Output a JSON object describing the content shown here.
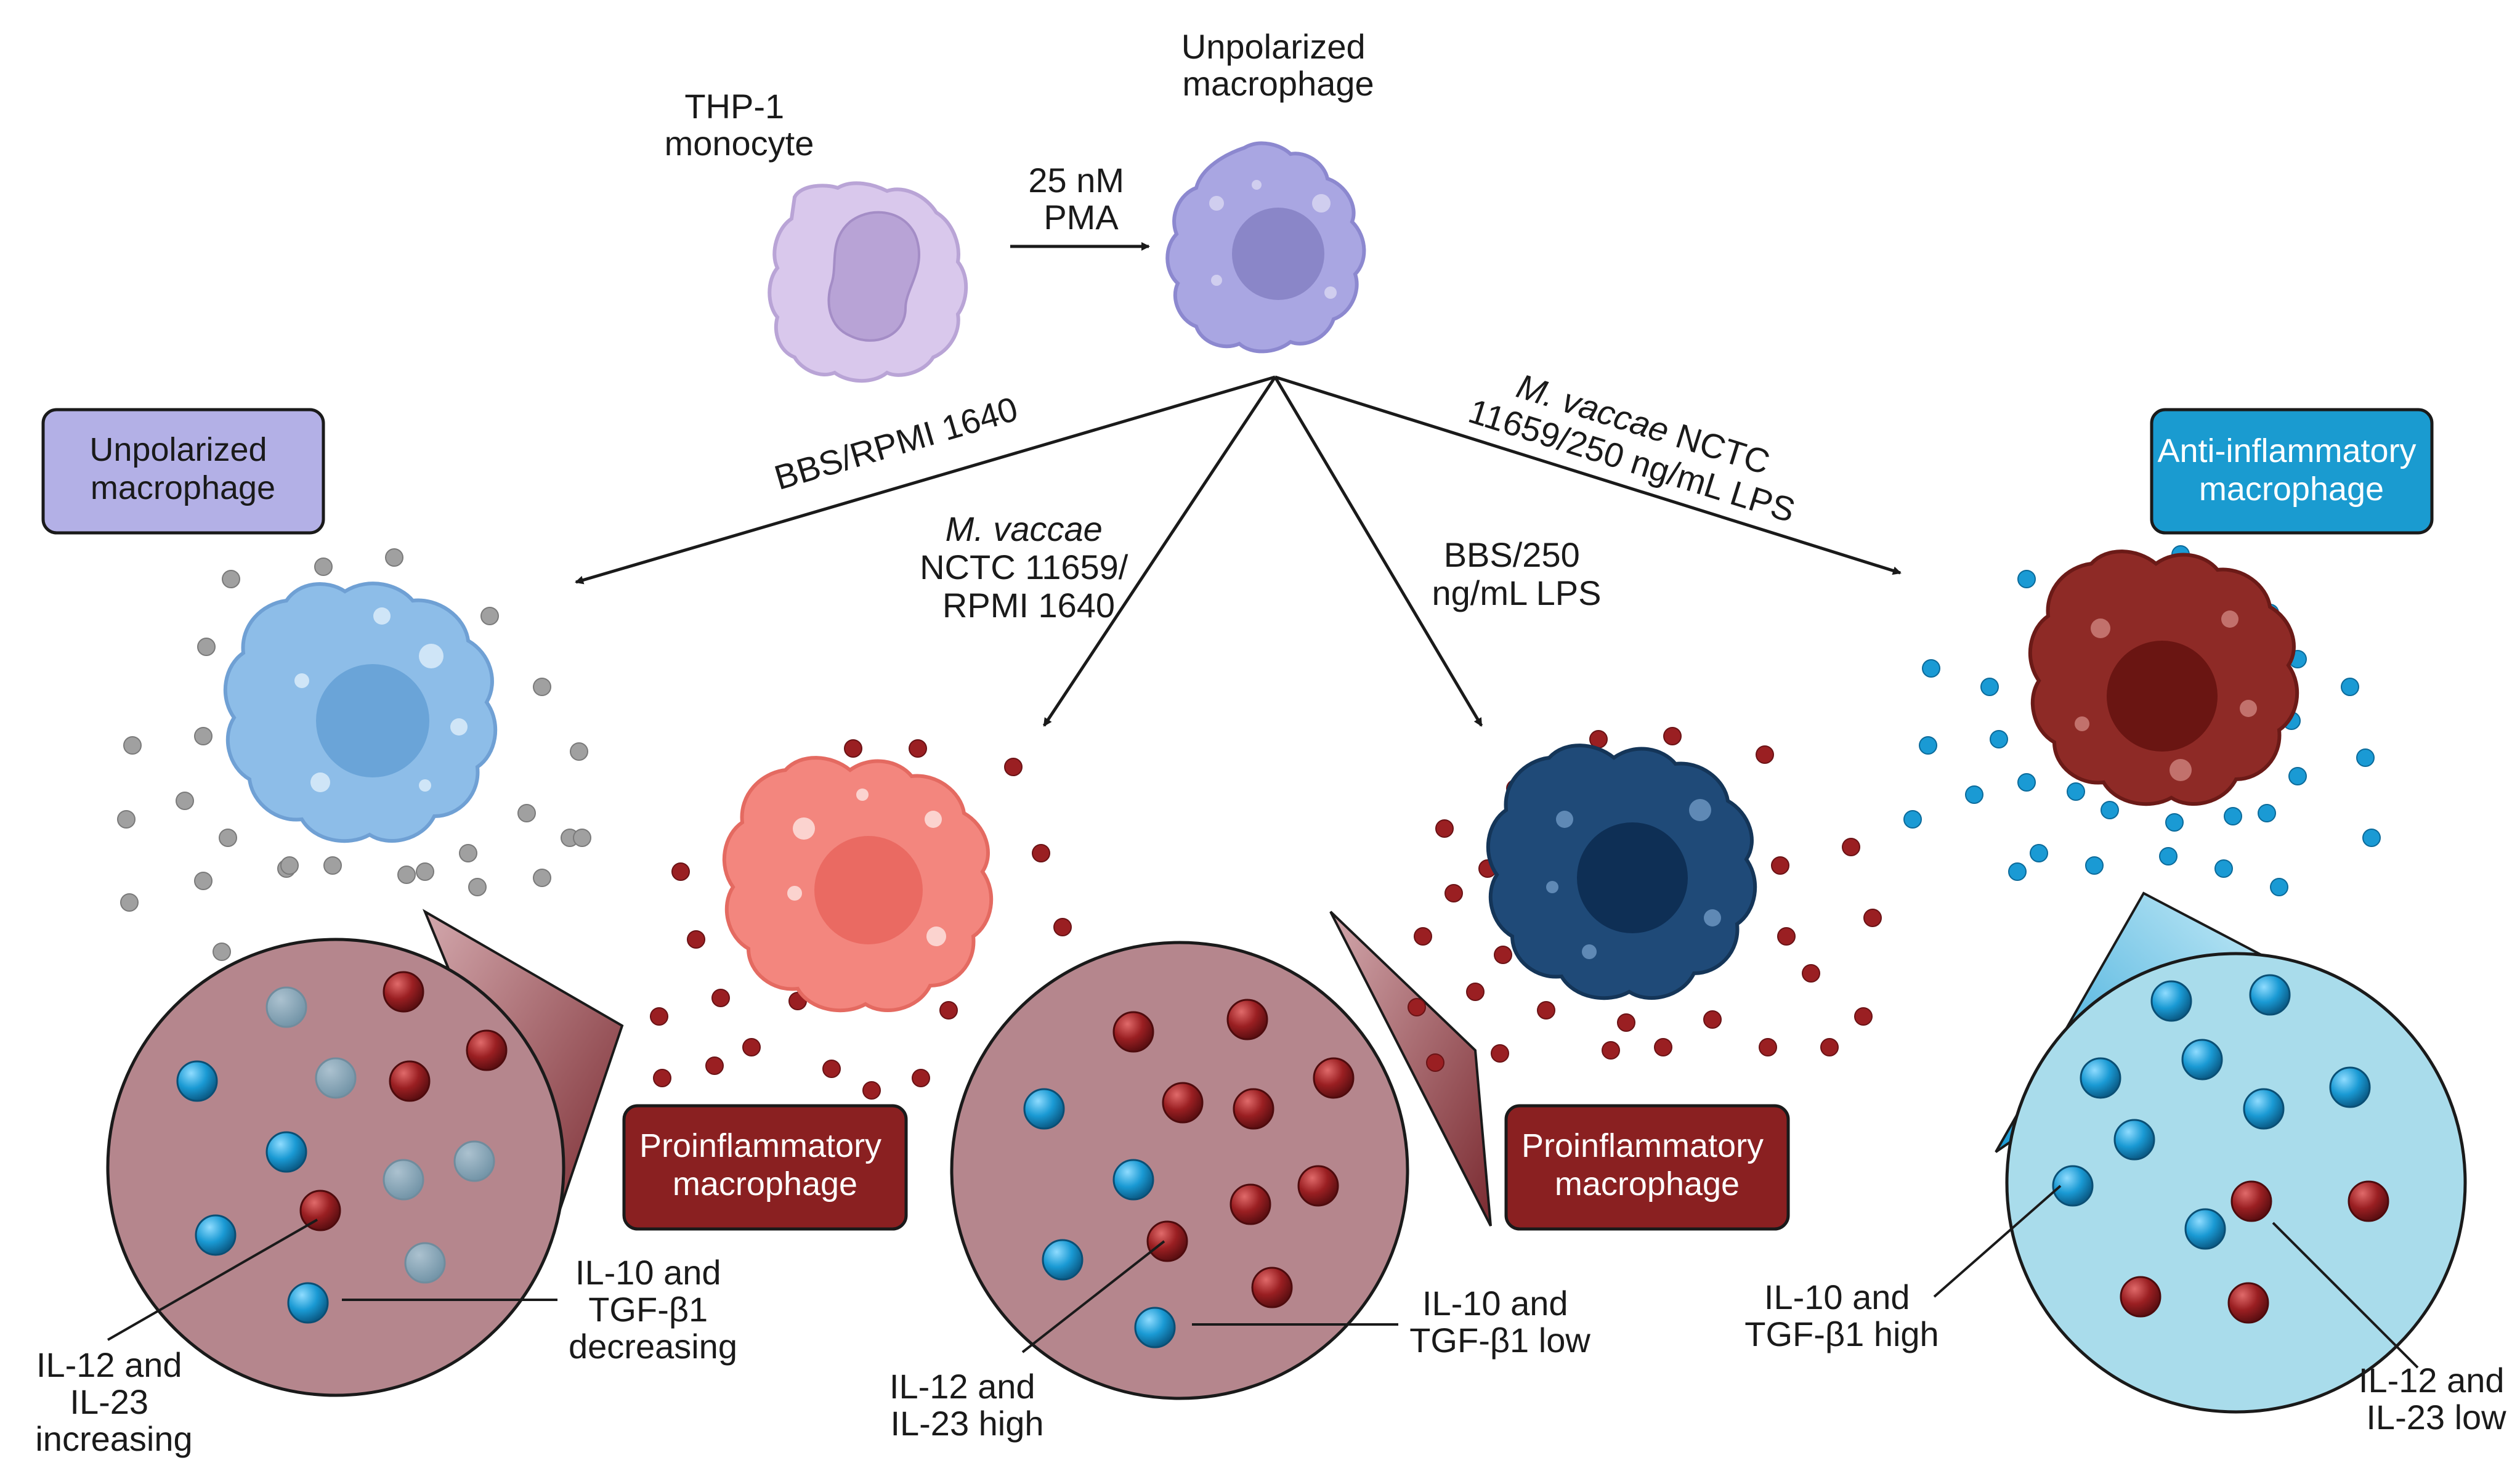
{
  "colors": {
    "monocyte": "#d9c8ec",
    "macrophage_unpolarized_top": "#a9a6e2",
    "macrophage_blue": "#8dbde8",
    "macrophage_salmon": "#f3867e",
    "macrophage_navy": "#1f4a78",
    "macrophage_maroon": "#8e2a26",
    "proinflammatory_box": "#8a2021",
    "anti_inflammatory_box": "#1a9bd0",
    "unpolarized_box": "#b3b0e6",
    "cytokine_red": "#9a1f22",
    "cytokine_blue": "#1a9ad4",
    "cytokine_grey": "#a0a0a0"
  },
  "top": {
    "thp1_label": [
      "THP-1",
      "monocyte"
    ],
    "unpolarized_label": [
      "Unpolarized",
      "macrophage"
    ],
    "pma_label": [
      "25 nM",
      "PMA"
    ]
  },
  "arrows": {
    "a1": "BBS/RPMI 1640",
    "a2_italic": "M. vaccae",
    "a2_rest": [
      "NCTC 11659/",
      "RPMI 1640"
    ],
    "a3": [
      "BBS/250",
      "ng/mL LPS"
    ],
    "a4_italic": "M. vaccae",
    "a4_rest": " NCTC",
    "a4_line2": "11659/250 ng/mL LPS"
  },
  "boxes": {
    "unpolarized": [
      "Unpolarized",
      "macrophage"
    ],
    "pro1": [
      "Proinflammatory",
      "macrophage"
    ],
    "pro2": [
      "Proinflammatory",
      "macrophage"
    ],
    "anti": [
      "Anti-inflammatory",
      "macrophage"
    ]
  },
  "callouts": {
    "c1_il12": [
      "IL-12 and",
      "IL-23",
      "increasing"
    ],
    "c1_il10": [
      "IL-10 and",
      "TGF-β1",
      "decreasing"
    ],
    "c2_il12": [
      "IL-12 and",
      "IL-23 high"
    ],
    "c2_il10": [
      "IL-10 and",
      "TGF-β1 low"
    ],
    "c3_il10": [
      "IL-10 and",
      "TGF-β1 high"
    ],
    "c3_il12": [
      "IL-12 and",
      "IL-23 low"
    ]
  }
}
